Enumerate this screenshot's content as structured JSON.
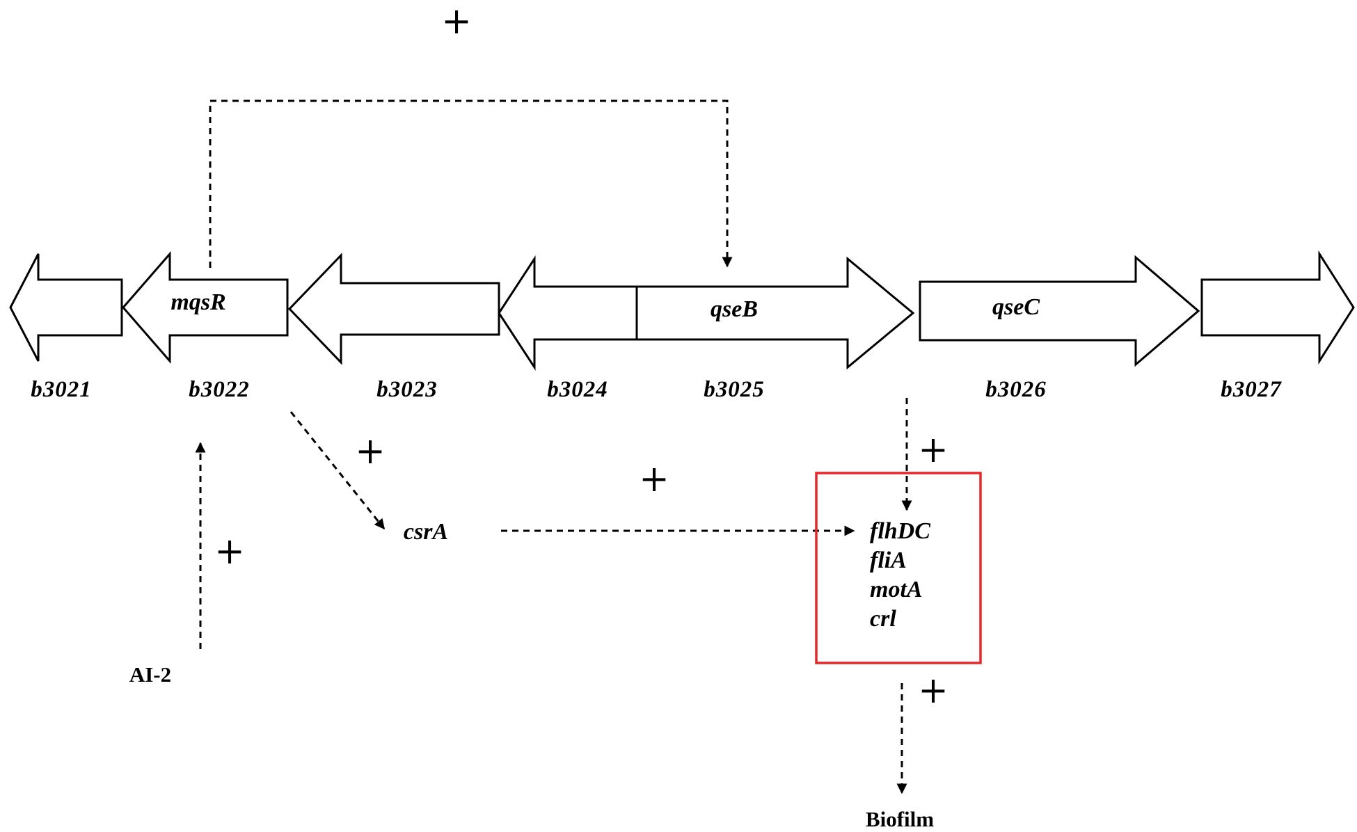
{
  "genes": {
    "b3021": "b3021",
    "b3022": "b3022",
    "b3023": "b3023",
    "b3024": "b3024",
    "b3025": "b3025",
    "b3026": "b3026",
    "b3027": "b3027"
  },
  "gene_names": {
    "mqsR": "mqsR",
    "qseB": "qseB",
    "qseC": "qseC"
  },
  "regulators": {
    "csrA": "csrA",
    "ai2": "AI-2"
  },
  "targets": [
    "flhDC",
    "fliA",
    "motA",
    "crl"
  ],
  "outcome": "Biofilm",
  "plus_sign": "+",
  "colors": {
    "box": "#e8262a",
    "line": "#000000"
  }
}
